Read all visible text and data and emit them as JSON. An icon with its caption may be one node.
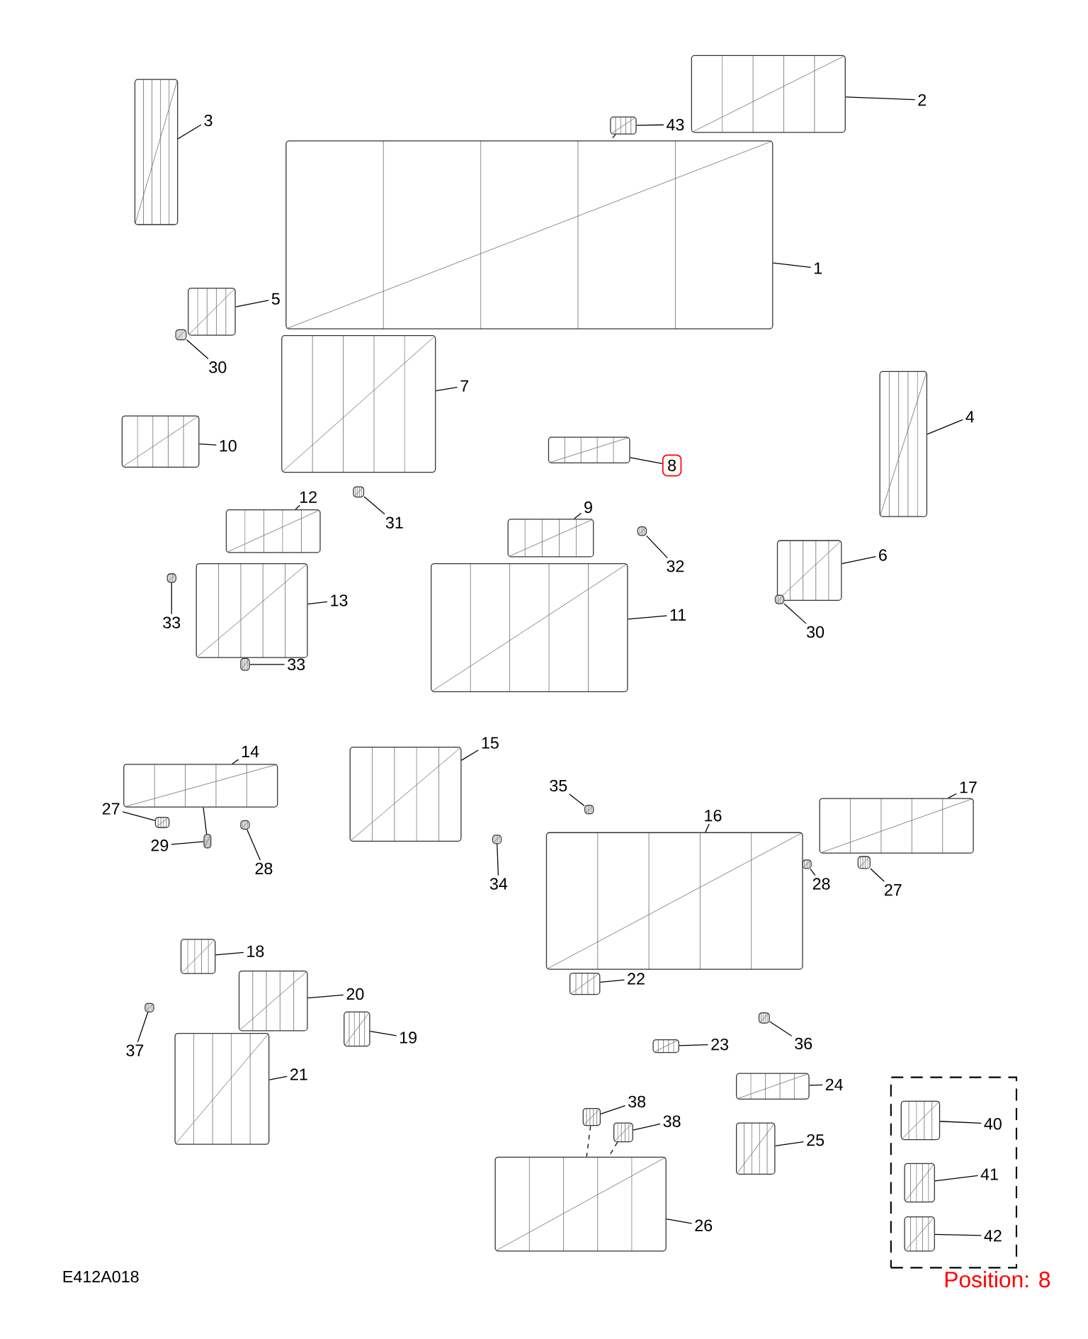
{
  "diagram": {
    "nodes": [
      {
        "text": [
          "2"
        ]
      },
      {
        "text": [],
        "shape": "picture"
      },
      {
        "text": [
          "43"
        ]
      },
      {
        "text": [],
        "shape": "picture"
      },
      {
        "text": [
          "3"
        ]
      },
      {
        "text": [],
        "shape": "picture"
      },
      {
        "text": [
          "1"
        ]
      },
      {
        "text": [],
        "shape": "picture"
      },
      {
        "text": [
          "5"
        ]
      },
      {
        "text": [],
        "shape": "picture"
      },
      {
        "text": [
          "30"
        ]
      },
      {
        "text": [],
        "shape": "picture"
      },
      {
        "text": [
          "7"
        ]
      },
      {
        "text": [],
        "shape": "picture"
      },
      {
        "text": [
          "4"
        ]
      },
      {
        "text": [],
        "shape": "picture"
      },
      {
        "text": [
          "10"
        ]
      },
      {
        "text": [],
        "shape": "picture"
      },
      {
        "text": [
          "8"
        ]
      },
      {
        "text": [],
        "shape": "picture"
      },
      {
        "text": [
          "12"
        ]
      },
      {
        "text": [],
        "shape": "picture"
      },
      {
        "text": [
          "31"
        ]
      },
      {
        "text": [],
        "shape": "picture"
      },
      {
        "text": [
          "9"
        ]
      },
      {
        "text": [],
        "shape": "picture"
      },
      {
        "text": [
          "32"
        ]
      },
      {
        "text": [],
        "shape": "picture"
      },
      {
        "text": [
          "6"
        ]
      },
      {
        "text": [],
        "shape": "picture"
      },
      {
        "text": [
          "33"
        ]
      },
      {
        "text": [],
        "shape": "picture"
      },
      {
        "text": [
          "13"
        ]
      },
      {
        "text": [],
        "shape": "picture"
      },
      {
        "text": [
          "11"
        ]
      },
      {
        "text": [],
        "shape": "picture"
      },
      {
        "text": [
          "30"
        ]
      },
      {
        "text": [],
        "shape": "picture"
      },
      {
        "text": [
          "33"
        ]
      },
      {
        "text": [],
        "shape": "picture"
      },
      {
        "text": [
          "14"
        ]
      },
      {
        "text": [],
        "shape": "picture"
      },
      {
        "text": [
          "15"
        ]
      },
      {
        "text": [],
        "shape": "picture"
      },
      {
        "text": [
          "17"
        ]
      },
      {
        "text": [],
        "shape": "picture"
      },
      {
        "text": [
          "35"
        ]
      },
      {
        "text": [],
        "shape": "picture"
      },
      {
        "text": [
          "16"
        ]
      },
      {
        "text": [],
        "shape": "picture"
      },
      {
        "text": [
          "27"
        ]
      },
      {
        "text": [],
        "shape": "picture"
      },
      {
        "text": [
          "29"
        ]
      },
      {
        "text": [],
        "shape": "picture"
      },
      {
        "text": [
          "28"
        ]
      },
      {
        "text": [],
        "shape": "picture"
      },
      {
        "text": [
          "34"
        ]
      },
      {
        "text": [],
        "shape": "picture"
      },
      {
        "text": [
          "28"
        ]
      },
      {
        "text": [],
        "shape": "picture"
      },
      {
        "text": [
          "27"
        ]
      },
      {
        "text": [],
        "shape": "picture"
      },
      {
        "text": [
          "18"
        ]
      },
      {
        "text": [],
        "shape": "picture"
      },
      {
        "text": [
          "20"
        ]
      },
      {
        "text": [],
        "shape": "picture"
      },
      {
        "text": [
          "22"
        ]
      },
      {
        "text": [],
        "shape": "picture"
      },
      {
        "text": [
          "19"
        ]
      },
      {
        "text": [],
        "shape": "picture"
      },
      {
        "text": [
          "36"
        ]
      },
      {
        "text": [],
        "shape": "picture"
      },
      {
        "text": [
          "37"
        ]
      },
      {
        "text": [],
        "shape": "picture"
      },
      {
        "text": [
          "23"
        ]
      },
      {
        "text": [],
        "shape": "picture"
      },
      {
        "text": [
          "21"
        ]
      },
      {
        "text": [],
        "shape": "picture"
      },
      {
        "text": [
          "24"
        ]
      },
      {
        "text": [],
        "shape": "picture"
      },
      {
        "text": [],
        "shape": "box"
      },
      {
        "text": [
          "40"
        ],
        "in": 80
      },
      {
        "text": [],
        "shape": "picture",
        "in": 80
      },
      {
        "text": [
          "38"
        ]
      },
      {
        "text": [],
        "shape": "picture"
      },
      {
        "text": [
          "38"
        ]
      },
      {
        "text": [],
        "shape": "picture"
      },
      {
        "text": [
          "25"
        ]
      },
      {
        "text": [],
        "shape": "picture"
      },
      {
        "text": [
          "41"
        ],
        "in": 80
      },
      {
        "text": [],
        "shape": "picture",
        "in": 80
      },
      {
        "text": [
          "26"
        ]
      },
      {
        "text": [],
        "shape": "picture"
      },
      {
        "text": [
          "42"
        ],
        "in": 80
      },
      {
        "text": [],
        "shape": "picture",
        "in": 80
      }
    ],
    "edges": [
      {
        "from": 0,
        "to": 1,
        "arrow": "none"
      },
      {
        "from": 2,
        "to": 3,
        "arrow": "none"
      },
      {
        "from": 4,
        "to": 5,
        "arrow": "none"
      },
      {
        "from": 6,
        "to": 7,
        "arrow": "none"
      },
      {
        "from": 8,
        "to": 9,
        "arrow": "none"
      },
      {
        "from": 10,
        "to": 11,
        "arrow": "none"
      },
      {
        "from": 12,
        "to": 13,
        "arrow": "none"
      },
      {
        "from": 14,
        "to": 15,
        "arrow": "none"
      },
      {
        "from": 16,
        "to": 17,
        "arrow": "none"
      },
      {
        "from": 18,
        "to": 19,
        "arrow": "none"
      },
      {
        "from": 20,
        "to": 21,
        "arrow": "none"
      },
      {
        "from": 22,
        "to": 23,
        "arrow": "none"
      },
      {
        "from": 24,
        "to": 25,
        "arrow": "none"
      },
      {
        "from": 26,
        "to": 27,
        "arrow": "none"
      },
      {
        "from": 28,
        "to": 29,
        "arrow": "none"
      },
      {
        "from": 30,
        "to": 31,
        "arrow": "none"
      },
      {
        "from": 32,
        "to": 33,
        "arrow": "none"
      },
      {
        "from": 34,
        "to": 35,
        "arrow": "none"
      },
      {
        "from": 36,
        "to": 37,
        "arrow": "none"
      },
      {
        "from": 38,
        "to": 39,
        "arrow": "none"
      },
      {
        "from": 40,
        "to": 41,
        "arrow": "none"
      },
      {
        "from": 42,
        "to": 43,
        "arrow": "none"
      },
      {
        "from": 44,
        "to": 45,
        "arrow": "none"
      },
      {
        "from": 46,
        "to": 47,
        "arrow": "none"
      },
      {
        "from": 48,
        "to": 49,
        "arrow": "none"
      },
      {
        "from": 50,
        "to": 51,
        "arrow": "none"
      },
      {
        "from": 52,
        "to": 53,
        "arrow": "none"
      },
      {
        "from": 54,
        "to": 55,
        "arrow": "none"
      },
      {
        "from": 56,
        "to": 57,
        "arrow": "none"
      },
      {
        "from": 58,
        "to": 59,
        "arrow": "none"
      },
      {
        "from": 60,
        "to": 61,
        "arrow": "none"
      },
      {
        "from": 62,
        "to": 63,
        "arrow": "none"
      },
      {
        "from": 64,
        "to": 65,
        "arrow": "none"
      },
      {
        "from": 66,
        "to": 67,
        "arrow": "none"
      },
      {
        "from": 68,
        "to": 69,
        "arrow": "none"
      },
      {
        "from": 70,
        "to": 71,
        "arrow": "none"
      },
      {
        "from": 72,
        "to": 73,
        "arrow": "none"
      },
      {
        "from": 74,
        "to": 75,
        "arrow": "none"
      },
      {
        "from": 76,
        "to": 77,
        "arrow": "none"
      },
      {
        "from": 78,
        "to": 79,
        "arrow": "none"
      },
      {
        "from": 81,
        "to": 82,
        "arrow": "none"
      },
      {
        "from": 83,
        "to": 84,
        "arrow": "none"
      },
      {
        "from": 85,
        "to": 86,
        "arrow": "none"
      },
      {
        "from": 87,
        "to": 88,
        "arrow": "none"
      },
      {
        "from": 89,
        "to": 90,
        "arrow": "none"
      },
      {
        "from": 91,
        "to": 92,
        "arrow": "none"
      },
      {
        "from": 93,
        "to": 94,
        "arrow": "none"
      },
      {
        "from": 3,
        "to": 7,
        "arrow": "none",
        "style": "dashed"
      },
      {
        "from": 84,
        "to": 92,
        "arrow": "none",
        "style": "dashed"
      },
      {
        "from": 86,
        "to": 92,
        "arrow": "none",
        "style": "dashed"
      },
      {
        "from": 53,
        "to": 41,
        "arrow": "none"
      }
    ],
    "labels": [
      "E412A018",
      "Position: 8"
    ]
  }
}
